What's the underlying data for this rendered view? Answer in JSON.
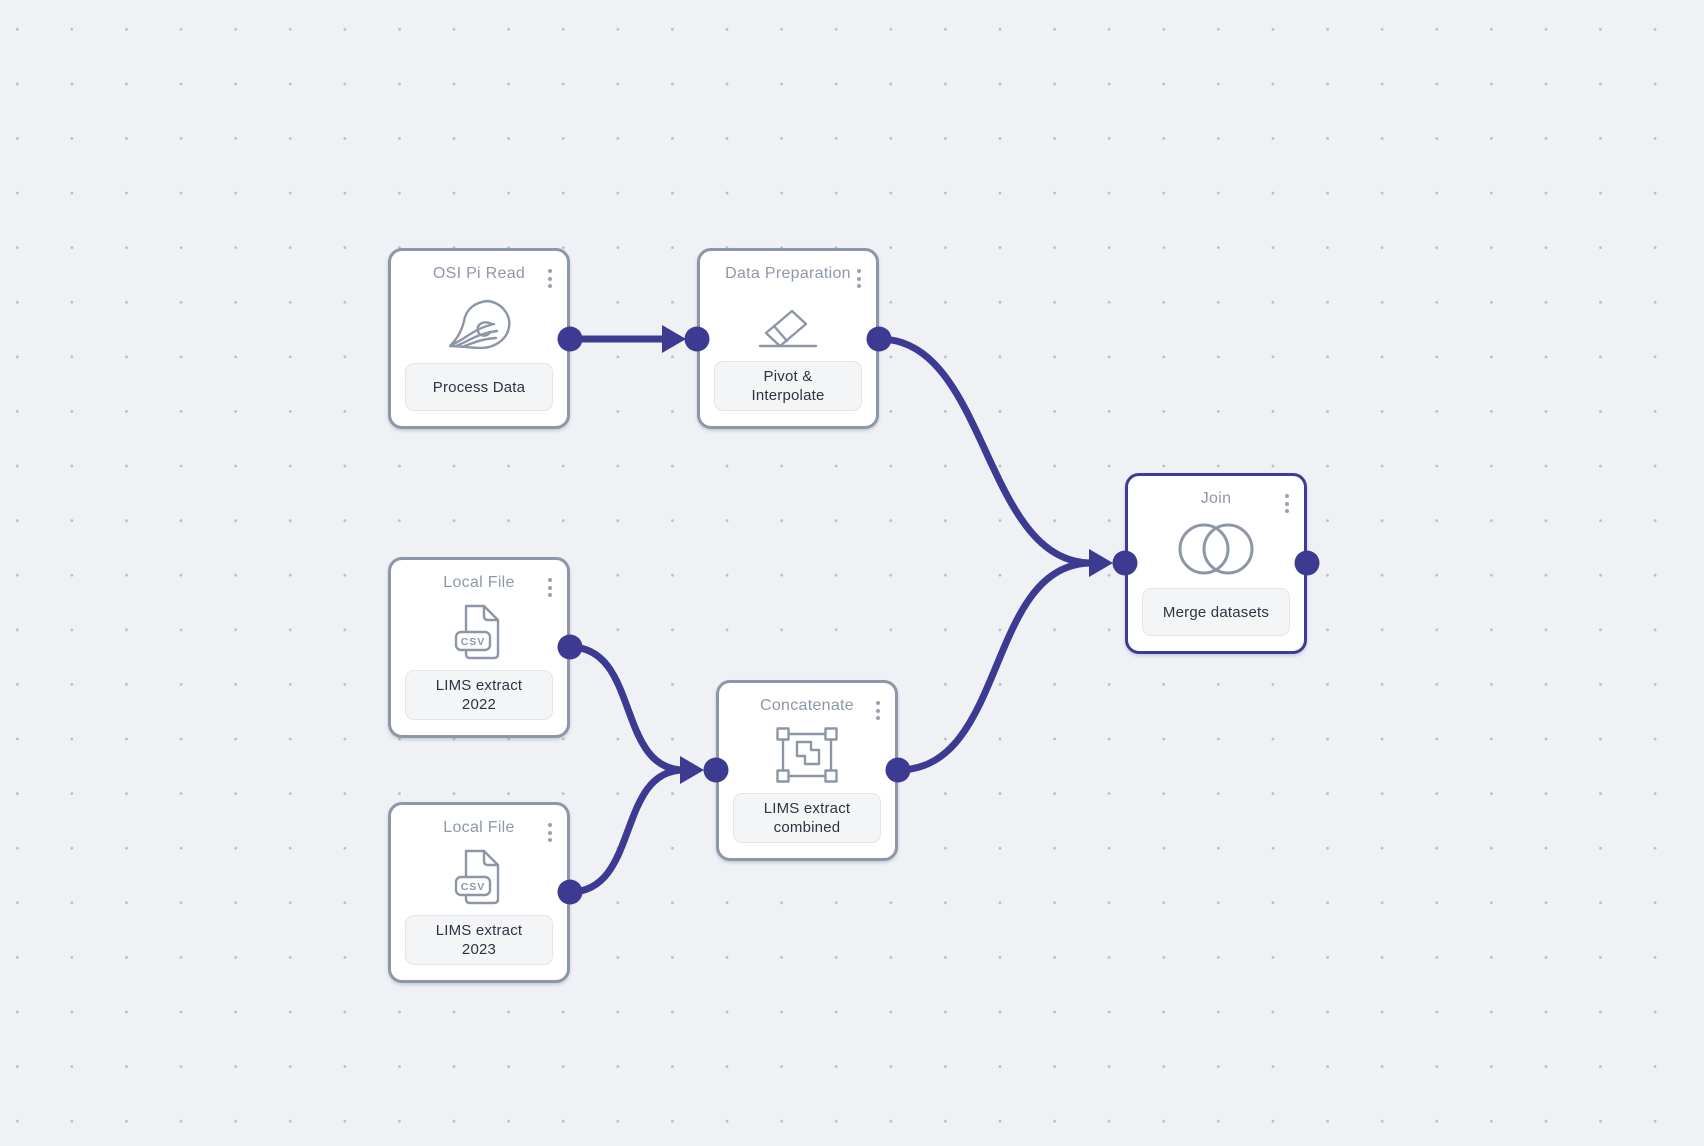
{
  "canvas": {
    "background_color": "#eff1f5",
    "grid_dot_color": "#b9bdc8"
  },
  "palette": {
    "connection_color": "#3d3a92",
    "node_border_color": "#8d97a6",
    "selected_node_border_color": "#3f3a99",
    "node_title_color": "#8e98a8",
    "label_text_color": "#2f3342",
    "label_background_color": "#f4f5f7",
    "icon_color": "#8c96a7"
  },
  "nodes": [
    {
      "title": "OSI Pi Read",
      "label": "Process Data",
      "icon": "osi-pi-swirl-icon",
      "selected": false
    },
    {
      "title": "Data Preparation",
      "label": "Pivot & Interpolate",
      "icon": "eraser-icon",
      "selected": false
    },
    {
      "title": "Local File",
      "label": "LIMS extract 2022",
      "icon": "csv-file-icon",
      "icon_text": "CSV",
      "selected": false
    },
    {
      "title": "Local File",
      "label": "LIMS extract 2023",
      "icon": "csv-file-icon",
      "icon_text": "CSV",
      "selected": false
    },
    {
      "title": "Concatenate",
      "label": "LIMS extract combined",
      "icon": "concatenate-selection-icon",
      "selected": false
    },
    {
      "title": "Join",
      "label": "Merge datasets",
      "icon": "venn-join-icon",
      "selected": true
    }
  ],
  "edges": [
    {
      "from": "Process Data",
      "to": "Pivot & Interpolate"
    },
    {
      "from": "Pivot & Interpolate",
      "to": "Merge datasets"
    },
    {
      "from": "LIMS extract 2022",
      "to": "LIMS extract combined"
    },
    {
      "from": "LIMS extract 2023",
      "to": "LIMS extract combined"
    },
    {
      "from": "LIMS extract combined",
      "to": "Merge datasets"
    }
  ]
}
